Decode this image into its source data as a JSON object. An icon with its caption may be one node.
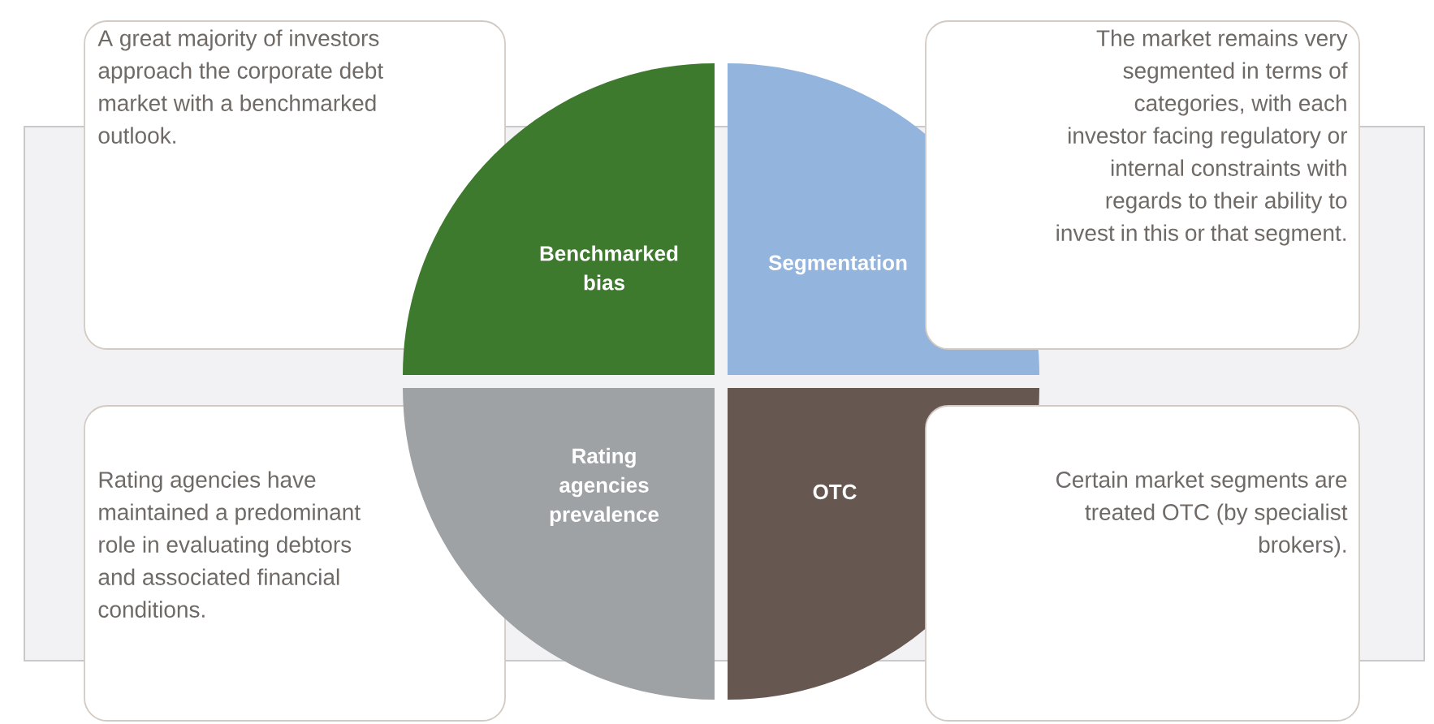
{
  "diagram": {
    "nodes": [
      {
        "text": [
          "A great majority of investors approach the corporate debt market with a benchmarked outlook."
        ]
      },
      {
        "text": [
          "Benchmarked bias"
        ]
      },
      {
        "text": [
          "Segmentation"
        ]
      },
      {
        "text": [
          "The market remains very segmented in terms of categories, with each investor facing regulatory or internal constraints with regards to their ability to invest in this or that segment."
        ]
      },
      {
        "text": [
          "Rating agencies have maintained a predominant role in evaluating debtors and associated financial conditions."
        ]
      },
      {
        "text": [
          "Rating agencies prevalence"
        ]
      },
      {
        "text": [
          "OTC"
        ]
      },
      {
        "text": [
          "Certain market segments are treated OTC (by specialist brokers)."
        ]
      }
    ]
  }
}
